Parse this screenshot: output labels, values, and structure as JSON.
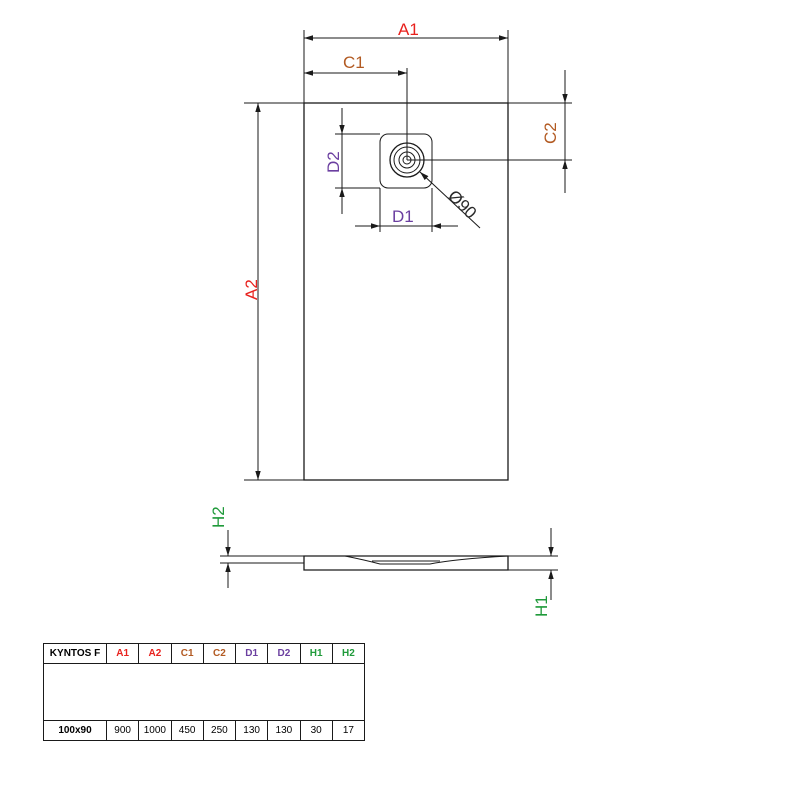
{
  "labels": {
    "A1": "A1",
    "A2": "A2",
    "C1": "C1",
    "C2": "C2",
    "D1": "D1",
    "D2": "D2",
    "H1": "H1",
    "H2": "H2",
    "drain_diameter": "Ø90"
  },
  "colors": {
    "A": "#e8211d",
    "C": "#b25a22",
    "D": "#6b3fa0",
    "H": "#1f9a3a"
  },
  "table": {
    "model_header": "KYNTOS F",
    "headers": [
      "A1",
      "A2",
      "C1",
      "C2",
      "D1",
      "D2",
      "H1",
      "H2"
    ],
    "row": {
      "model": "100x90",
      "values": [
        "900",
        "1000",
        "450",
        "250",
        "130",
        "130",
        "30",
        "17"
      ]
    }
  }
}
